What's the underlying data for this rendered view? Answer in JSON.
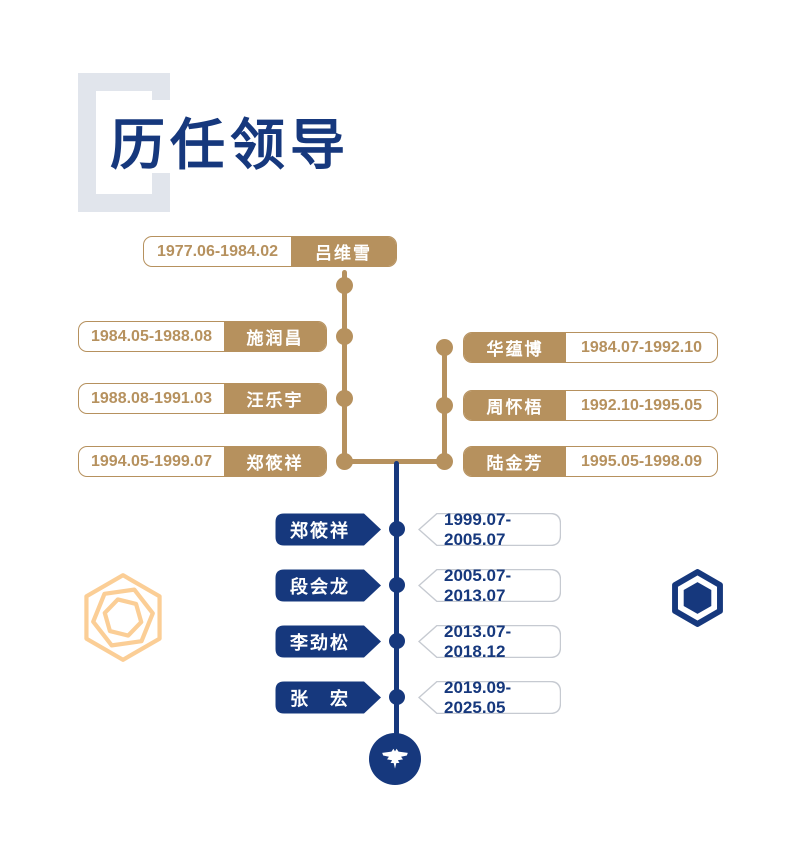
{
  "page": {
    "title": "历任领导"
  },
  "colors": {
    "navy": "#16387d",
    "gold": "#b6915e",
    "pale_gold": "#fbce96",
    "bracket_gray": "#e1e5ec",
    "flag_border_gray": "#c6cad1",
    "background": "#ffffff"
  },
  "timeline": {
    "top": {
      "date": "1977.06-1984.02",
      "name": "吕维雪"
    },
    "left": [
      {
        "date": "1984.05-1988.08",
        "name": "施润昌"
      },
      {
        "date": "1988.08-1991.03",
        "name": "汪乐宇"
      },
      {
        "date": "1994.05-1999.07",
        "name": "郑筱祥"
      }
    ],
    "right": [
      {
        "name": "华蕴博",
        "date": "1984.07-1992.10"
      },
      {
        "name": "周怀梧",
        "date": "1992.10-1995.05"
      },
      {
        "name": "陆金芳",
        "date": "1995.05-1998.09"
      }
    ],
    "bottom": [
      {
        "name": "郑筱祥",
        "date": "1999.07-2005.07"
      },
      {
        "name": "段会龙",
        "date": "2005.07-2013.07"
      },
      {
        "name": "李劲松",
        "date": "2013.07-2018.12"
      },
      {
        "name": "张　宏",
        "date": "2019.09-2025.05"
      }
    ]
  },
  "icons": {
    "left_decoration": "hexagon-spiral-icon",
    "right_decoration": "hexagon-icon",
    "bottom_logo": "eagle-icon"
  }
}
